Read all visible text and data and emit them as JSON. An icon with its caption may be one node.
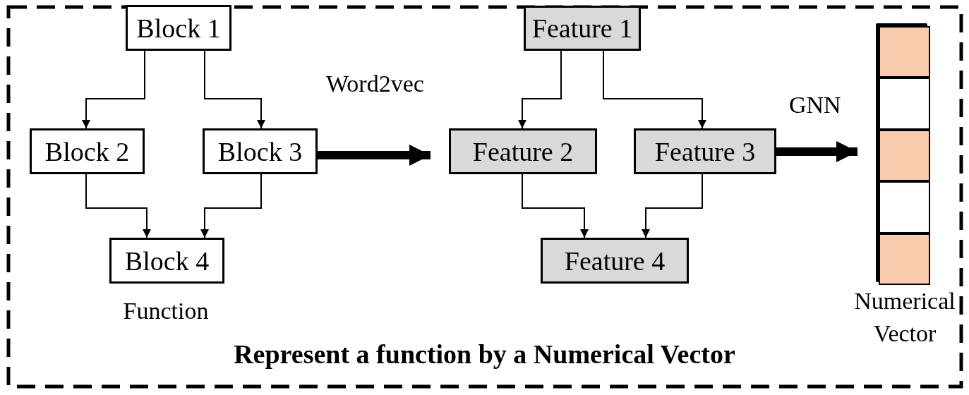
{
  "diagram": {
    "caption": "Represent a function by a Numerical Vector",
    "nodes": [
      {
        "text": [
          "Block 1"
        ]
      },
      {
        "text": [
          "Block 2"
        ]
      },
      {
        "text": [
          "Block 3"
        ]
      },
      {
        "text": [
          "Block 4"
        ],
        "beside": [
          "Function"
        ]
      },
      {
        "text": [
          "Feature 1"
        ]
      },
      {
        "text": [
          "Feature 2"
        ]
      },
      {
        "text": [
          "Feature 3"
        ]
      },
      {
        "text": [
          "Feature 4"
        ]
      },
      {
        "text": [],
        "shape": "bar",
        "beside": [
          "Numerical Vector"
        ]
      },
      {
        "text": [],
        "shape": "box",
        "in": 8
      },
      {
        "text": [],
        "shape": "box",
        "in": 8
      },
      {
        "text": [],
        "shape": "box",
        "in": 8
      },
      {
        "text": [],
        "shape": "box",
        "in": 8
      },
      {
        "text": [],
        "shape": "box",
        "in": 8
      }
    ],
    "edges": [
      {
        "from": 0,
        "to": 1,
        "arrow": "to"
      },
      {
        "from": 0,
        "to": 2,
        "arrow": "to"
      },
      {
        "from": 1,
        "to": 3,
        "arrow": "to"
      },
      {
        "from": 2,
        "to": 3,
        "arrow": "to"
      },
      {
        "from": 2,
        "to": 5,
        "arrow": "to",
        "label": "Word2vec",
        "style": "thick"
      },
      {
        "from": 4,
        "to": 5,
        "arrow": "to"
      },
      {
        "from": 4,
        "to": 6,
        "arrow": "to"
      },
      {
        "from": 5,
        "to": 7,
        "arrow": "to"
      },
      {
        "from": 6,
        "to": 7,
        "arrow": "to"
      },
      {
        "from": 6,
        "to": 8,
        "arrow": "to",
        "label": "GNN",
        "style": "thick"
      }
    ]
  }
}
